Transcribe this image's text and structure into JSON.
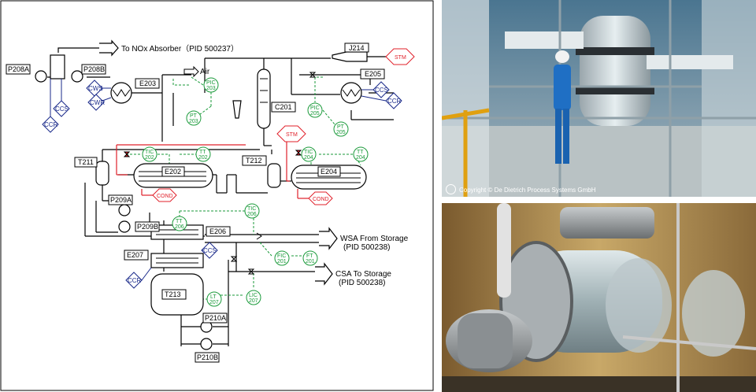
{
  "colors": {
    "process": "#000000",
    "instrument": "#1a9a3a",
    "steam": "#e0202a",
    "cooling": "#1a2a8a"
  },
  "labels": {
    "nox": "To NOx Absorber（PID 500237）",
    "air": "Air",
    "j214": "J214",
    "stm": "STM",
    "cond": "COND",
    "wsa_line1": "WSA From Storage",
    "wsa_line2": "(PID 500238)",
    "csa_line1": "CSA To Storage",
    "csa_line2": "(PID 500238)"
  },
  "equipment": {
    "p208a": "P208A",
    "p208b": "P208B",
    "e203": "E203",
    "e205": "E205",
    "c201": "C201",
    "t211": "T211",
    "e202": "E202",
    "t212": "T212",
    "e204": "E204",
    "p209a": "P209A",
    "p209b": "P209B",
    "e206": "E206",
    "e207": "E207",
    "t213": "T213",
    "p210a": "P210A",
    "p210b": "P210B"
  },
  "utilities": {
    "cws": "CWS",
    "cwr": "CWR",
    "ccs": "CCS",
    "ccr": "CCR"
  },
  "instruments": {
    "pic203": [
      "PIC",
      "203"
    ],
    "pt203": [
      "PT",
      "203"
    ],
    "pic205": [
      "PIC",
      "205"
    ],
    "pt205": [
      "PT",
      "205"
    ],
    "tic202": [
      "TIC",
      "202"
    ],
    "tt202": [
      "TT",
      "202"
    ],
    "tic204": [
      "TIC",
      "204"
    ],
    "tt204": [
      "TT",
      "204"
    ],
    "tic206": [
      "TIC",
      "206"
    ],
    "tt206": [
      "TT",
      "206"
    ],
    "fic201": [
      "FIC",
      "201"
    ],
    "ft201": [
      "FT",
      "201"
    ],
    "lt207": [
      "LT",
      "207"
    ],
    "lic207": [
      "LIC",
      "207"
    ]
  },
  "photo_caption": "Copyright © De Dietrich Process Systems GmbH"
}
